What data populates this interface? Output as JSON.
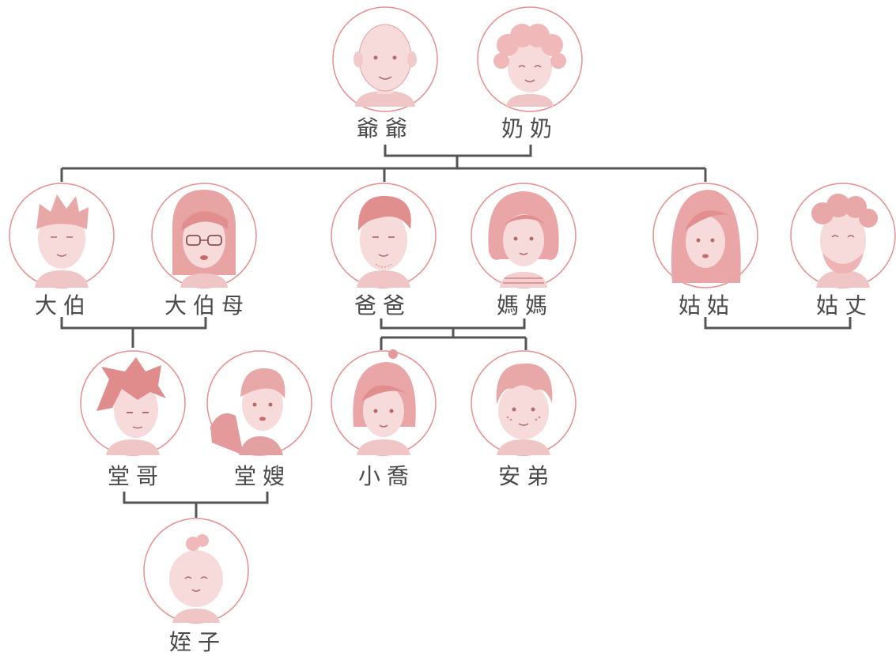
{
  "colors": {
    "circle_stroke": "#e88f8f",
    "portrait_fill": "#f7dada",
    "hair_fill": "#e49a9a",
    "connector": "#555555",
    "label_text": "#4a4a4a"
  },
  "members": {
    "grandpa": {
      "label": "爺爺",
      "icon": "bald-grandpa-portrait"
    },
    "grandma": {
      "label": "奶奶",
      "icon": "curly-grandma-portrait"
    },
    "uncle": {
      "label": "大伯",
      "icon": "spiky-hair-man-portrait"
    },
    "aunt": {
      "label": "大伯母",
      "icon": "glasses-woman-portrait"
    },
    "dad": {
      "label": "爸爸",
      "icon": "bearded-man-portrait"
    },
    "mom": {
      "label": "媽媽",
      "icon": "wavy-hair-woman-portrait"
    },
    "paternal_aunt": {
      "label": "姑姑",
      "icon": "long-hair-woman-portrait"
    },
    "paternal_aunt_husband": {
      "label": "姑丈",
      "icon": "curly-bearded-man-portrait"
    },
    "cousin": {
      "label": "堂哥",
      "icon": "messy-hair-young-man-portrait"
    },
    "cousin_wife": {
      "label": "堂嫂",
      "icon": "bun-hair-woman-portrait"
    },
    "xiaoqiao": {
      "label": "小喬",
      "icon": "girl-portrait"
    },
    "brother": {
      "label": "安弟",
      "icon": "freckled-boy-portrait"
    },
    "nephew": {
      "label": "姪子",
      "icon": "baby-portrait"
    }
  }
}
